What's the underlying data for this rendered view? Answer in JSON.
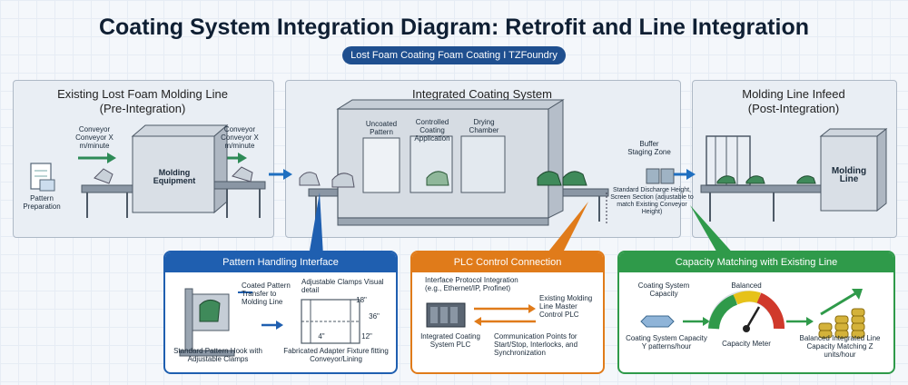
{
  "title": "Coating System Integration Diagram: Retrofit and Line Integration",
  "subtitle": "Lost Foam Coating Foam Coating I TZFoundry",
  "panels": {
    "existing": {
      "title": "Existing Lost Foam Molding Line",
      "sub": "(Pre-Integration)"
    },
    "integrated": {
      "title": "Integrated Coating System"
    },
    "infeed": {
      "title": "Molding Line Infeed",
      "sub": "(Post-Integration)"
    }
  },
  "labels": {
    "pattern_prep": "Pattern Preparation",
    "conveyor_speed_1": "Conveyor Conveyor X m/minute",
    "molding_equipment": "Molding Equipment",
    "conveyor_speed_2": "Conveyor Conveyor X m/minute",
    "uncoated": "Uncoated Pattern",
    "controlled_coating": "Controlled Coating Application",
    "drying": "Drying Chamber",
    "buffer": "Buffer Staging Zone",
    "discharge": "Standard Discharge Height, Screen Section (adjustable to match Existing Conveyor Height)",
    "molding_line": "Molding Line"
  },
  "callouts": {
    "pattern": {
      "title": "Pattern Handling Interface",
      "coated_note": "Coated Pattern Transfer to Molding Line",
      "clamp_note": "Adjustable Clamps Visual detail",
      "hook_caption": "Standard Pattern Hook with Adjustable Clamps",
      "fixture_caption": "Fabricated Adapter Fixture fitting Conveyor/Lining",
      "dim_1": "18\"",
      "dim_2": "36\"",
      "dim_3": "4\"",
      "dim_4": "12\""
    },
    "plc": {
      "title": "PLC Control Connection",
      "protocol": "Interface Protocol Integration (e.g., Ethernet/IP, Profinet)",
      "existing_plc": "Existing Molding Line Master Control PLC",
      "coating_plc": "Integrated Coating System PLC",
      "signals": "Communication Points for Start/Stop, Interlocks, and Synchronization"
    },
    "capacity": {
      "title": "Capacity Matching with Existing Line",
      "system_capacity": "Coating System Capacity",
      "balanced": "Balanced",
      "y_rate": "Coating System Capacity Y patterns/hour",
      "meter": "Capacity Meter",
      "z_rate": "Balanced Integrated Line Capacity Matching Z units/hour"
    }
  }
}
